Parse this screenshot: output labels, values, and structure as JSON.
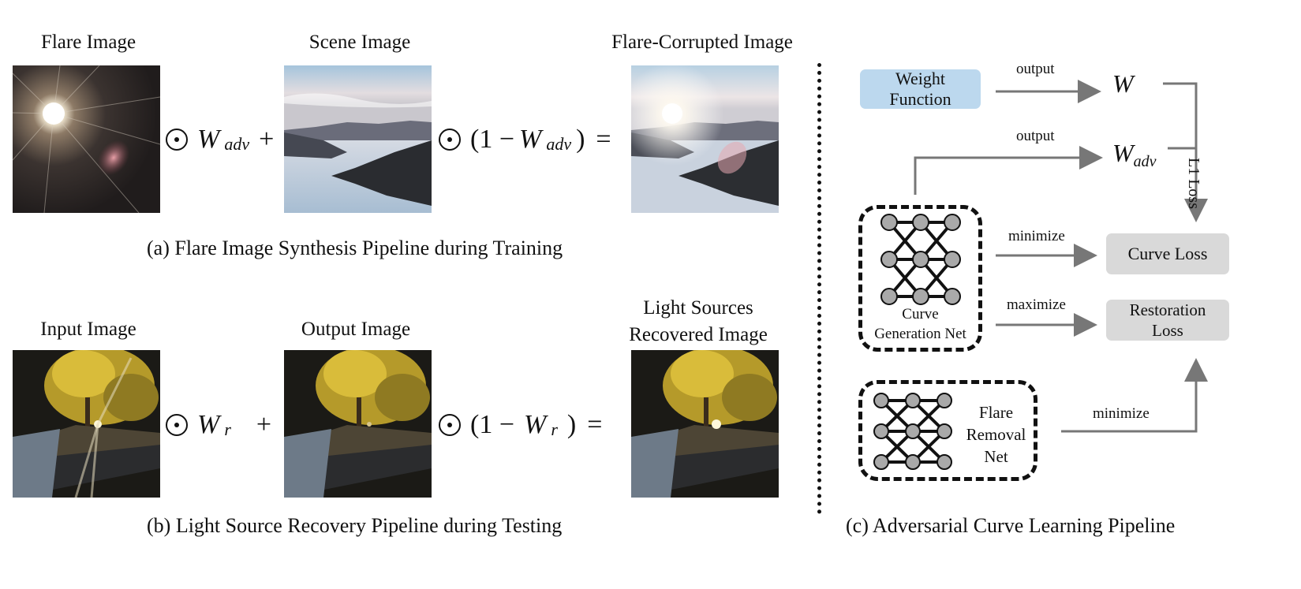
{
  "panel_a": {
    "labels": {
      "flare": "Flare Image",
      "scene": "Scene Image",
      "corrupted": "Flare-Corrupted Image"
    },
    "op1_var": "W",
    "op1_sub": "adv",
    "op1_plus": "+",
    "op2_prefix": "(1 −",
    "op2_var": "W",
    "op2_sub": "adv",
    "op2_suffix": ")",
    "equals": "=",
    "caption": "(a) Flare Image Synthesis Pipeline during Training"
  },
  "panel_b": {
    "labels": {
      "input": "Input Image",
      "output": "Output Image",
      "recovered_line1": "Light Sources",
      "recovered_line2": "Recovered Image"
    },
    "op1_var": "W",
    "op1_sub": "r",
    "op1_plus": "+",
    "op2_prefix": "(1 −",
    "op2_var": "W",
    "op2_sub": "r",
    "op2_suffix": ")",
    "equals": "=",
    "caption": "(b) Light Source Recovery Pipeline during Testing"
  },
  "panel_c": {
    "weight_function_line1": "Weight",
    "weight_function_line2": "Function",
    "output_label_1": "output",
    "output_label_2": "output",
    "w_var": "W",
    "wadv_var": "W",
    "wadv_sub": "adv",
    "l1_loss": "L1 Loss",
    "minimize_1": "minimize",
    "maximize": "maximize",
    "minimize_2": "minimize",
    "curve_loss": "Curve Loss",
    "restoration_loss_line1": "Restoration",
    "restoration_loss_line2": "Loss",
    "curve_net_line1": "Curve",
    "curve_net_line2": "Generation Net",
    "flare_net_line1": "Flare",
    "flare_net_line2": "Removal",
    "flare_net_line3": "Net",
    "caption": "(c) Adversarial Curve Learning Pipeline"
  },
  "colors": {
    "weight_box": "#bcd8ee",
    "loss_box": "#d9d9d9",
    "arrow": "#777777",
    "node": "#a9a9a9"
  }
}
